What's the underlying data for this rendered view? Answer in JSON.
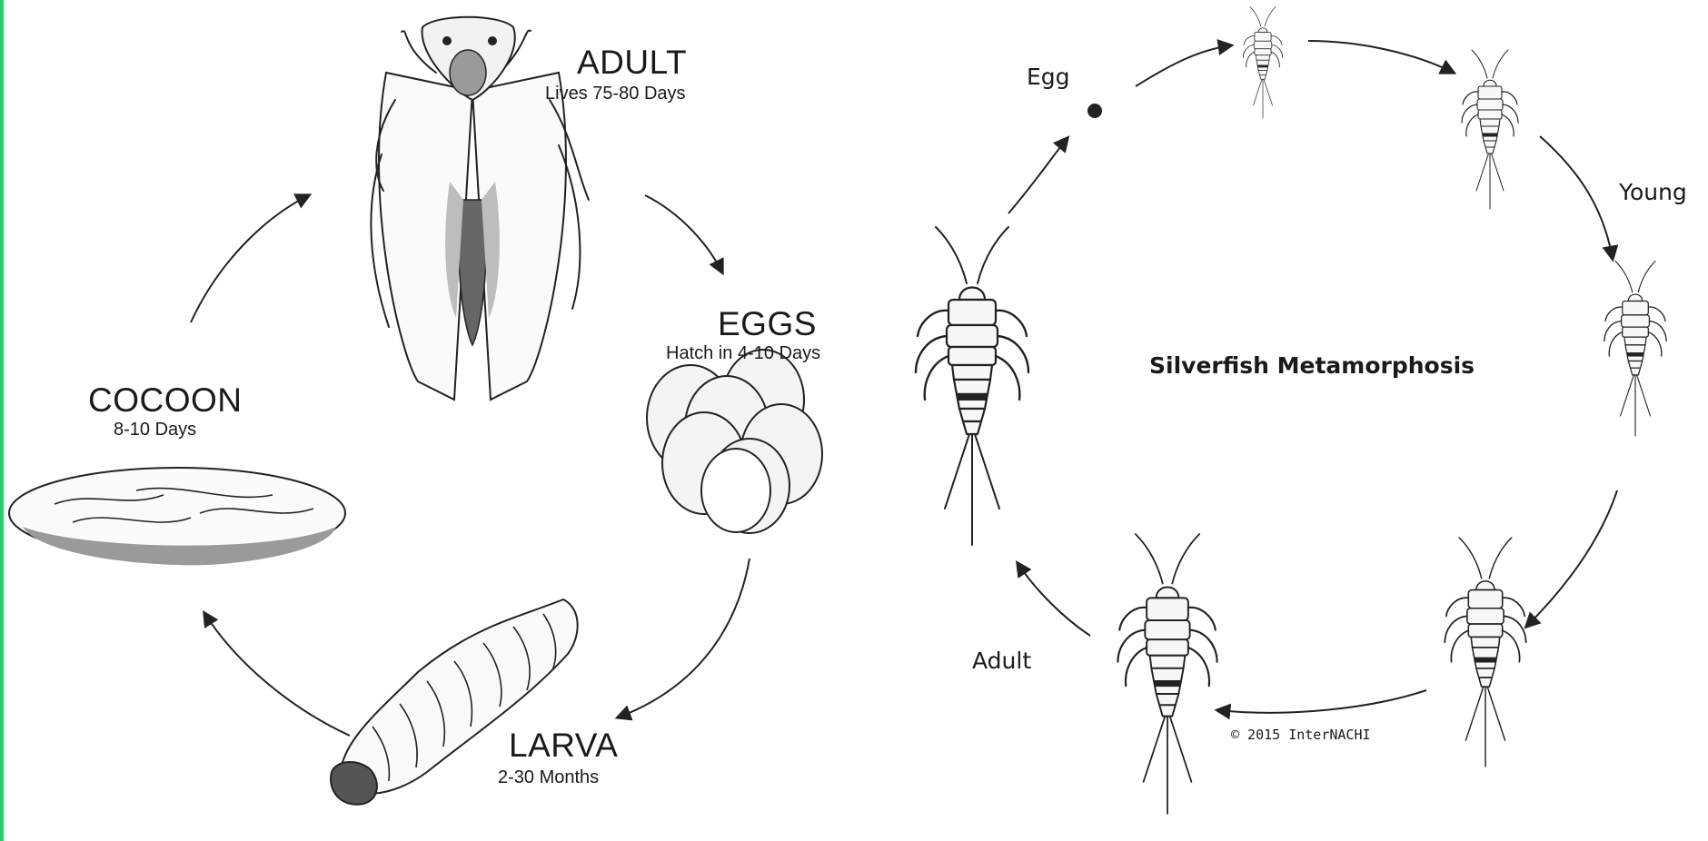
{
  "colors": {
    "edge_strip": "#2ecc71",
    "ink": "#222222",
    "shade": "#9a9a9a"
  },
  "moth_cycle": {
    "adult": {
      "title": "ADULT",
      "sub": "Lives 75-80 Days"
    },
    "eggs": {
      "title": "EGGS",
      "sub": "Hatch in 4-10 Days"
    },
    "larva": {
      "title": "LARVA",
      "sub": "2-30 Months"
    },
    "cocoon": {
      "title": "COCOON",
      "sub": "8-10 Days"
    }
  },
  "silverfish_cycle": {
    "title": "Silverfish Metamorphosis",
    "egg_label": "Egg",
    "young_label": "Young",
    "adult_label": "Adult",
    "credit": "© 2015 InterNACHI"
  }
}
